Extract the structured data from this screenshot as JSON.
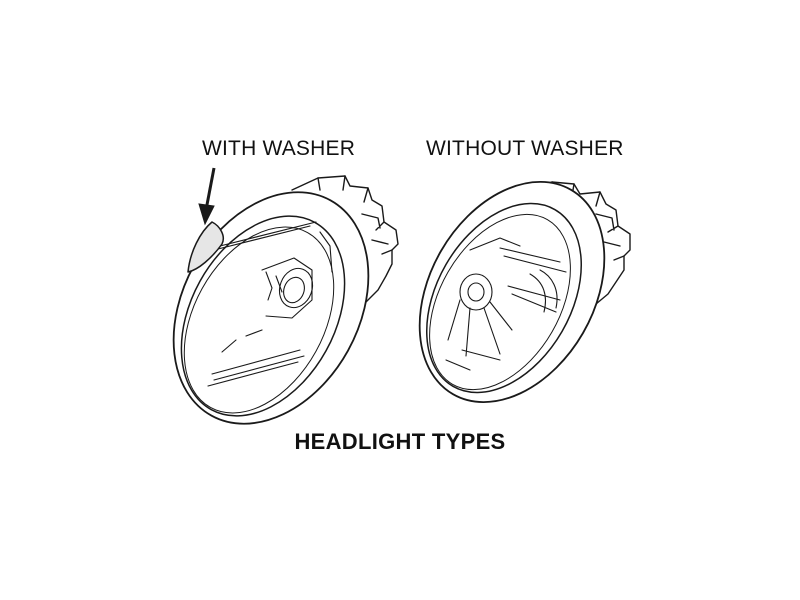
{
  "labels": {
    "with_washer": "WITH WASHER",
    "without_washer": "WITHOUT WASHER"
  },
  "caption": "HEADLIGHT TYPES",
  "colors": {
    "line": "#1a1a1a",
    "background": "#ffffff",
    "washer_fill": "#e6e6e6"
  }
}
